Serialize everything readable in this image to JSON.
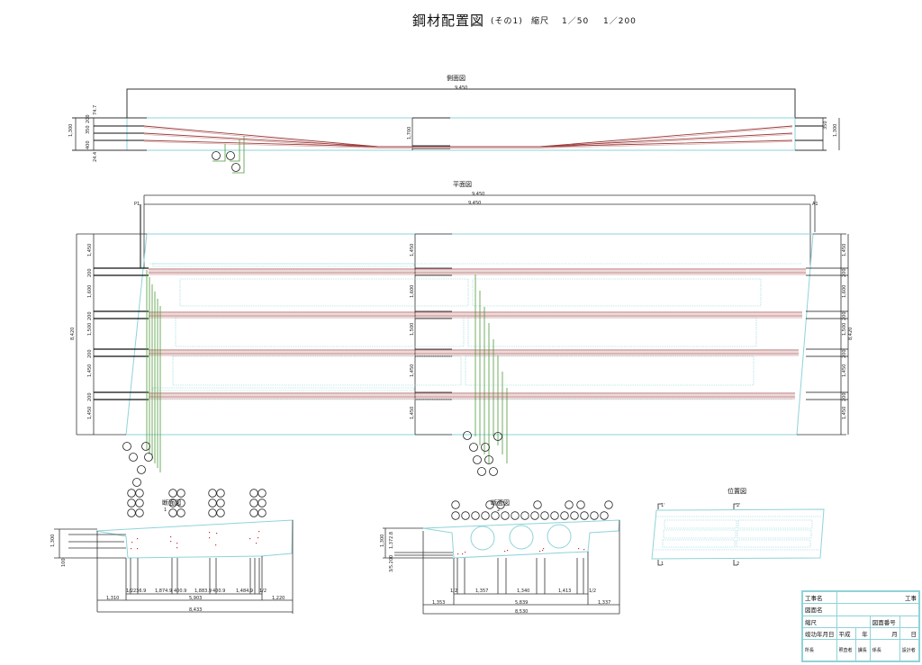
{
  "header": {
    "title": "鋼材配置図",
    "part": "(その1)",
    "scale_label": "縮尺",
    "scale_1": "1／50",
    "scale_2": "1／200"
  },
  "views": {
    "side_view": {
      "label": "側面図",
      "overall_dim": "9,450",
      "left_dims": [
        "1,300",
        "200",
        "350",
        "350",
        "400"
      ],
      "left_marks": [
        "74.7",
        "24.4"
      ],
      "mid_dim": "1,700",
      "right_dims": [
        "1,300",
        "350"
      ]
    },
    "plan_view": {
      "label": "平面図",
      "overall_dim_top": "9,450",
      "overall_dim_second": "9,450",
      "left_marker": "P1",
      "right_marker": "A1",
      "left_total": "8,420",
      "left_dims": [
        "1,450",
        "200",
        "1,600",
        "200",
        "1,500",
        "200",
        "1,450",
        "200",
        "1,450"
      ],
      "mid_dims": [
        "1,450",
        "1,600",
        "1,500",
        "1,450",
        "1,450"
      ],
      "right_total": "8,420",
      "right_dims": [
        "1,450",
        "200",
        "1,600",
        "200",
        "1,500",
        "200",
        "1,450",
        "200",
        "1,450"
      ]
    },
    "section_1": {
      "label": "断面図",
      "sublabel": "1",
      "height_dim": "1,300",
      "base_dim": "100",
      "bottom_dims": [
        "1,310",
        "5,903",
        "1,220"
      ],
      "overall": "8,433",
      "inner_dims": [
        "1/2",
        "236.9",
        "1,874.9",
        "400.9",
        "1,883.9",
        "400.9",
        "1,484.9",
        "1/2"
      ]
    },
    "section_2": {
      "label": "断面図",
      "sublabel": "2",
      "height_dim": "1,300",
      "sub_dims": [
        "1,372.8",
        "3/5.200"
      ],
      "bottom_dims": [
        "1,353",
        "5,839",
        "1,337"
      ],
      "overall": "8,530",
      "inner_dims": [
        "1/2",
        "1,357",
        "1,340",
        "1,413",
        "1/2"
      ]
    },
    "location_view": {
      "label": "位置図",
      "markers": [
        "1'",
        "2'",
        "1",
        "2"
      ]
    }
  },
  "title_block": {
    "rows": [
      {
        "label": "工事名",
        "value": "工事"
      },
      {
        "label": "図面名",
        "value": ""
      },
      {
        "label": "縮尺",
        "value": "",
        "extra_label": "図面番号",
        "extra_value": ""
      },
      {
        "label": "竣功年月日",
        "value": "平成",
        "year": "年",
        "month": "月",
        "day": "日"
      }
    ],
    "signatures": [
      "所長",
      "照査者",
      "課長",
      "係長",
      "設計者"
    ]
  },
  "colors": {
    "outline": "#111111",
    "concrete": "#8fd3d8",
    "tendon": "#9b3b3b",
    "tendon_light": "#d29a9a",
    "rebar_leader": "#4f9a3a"
  }
}
